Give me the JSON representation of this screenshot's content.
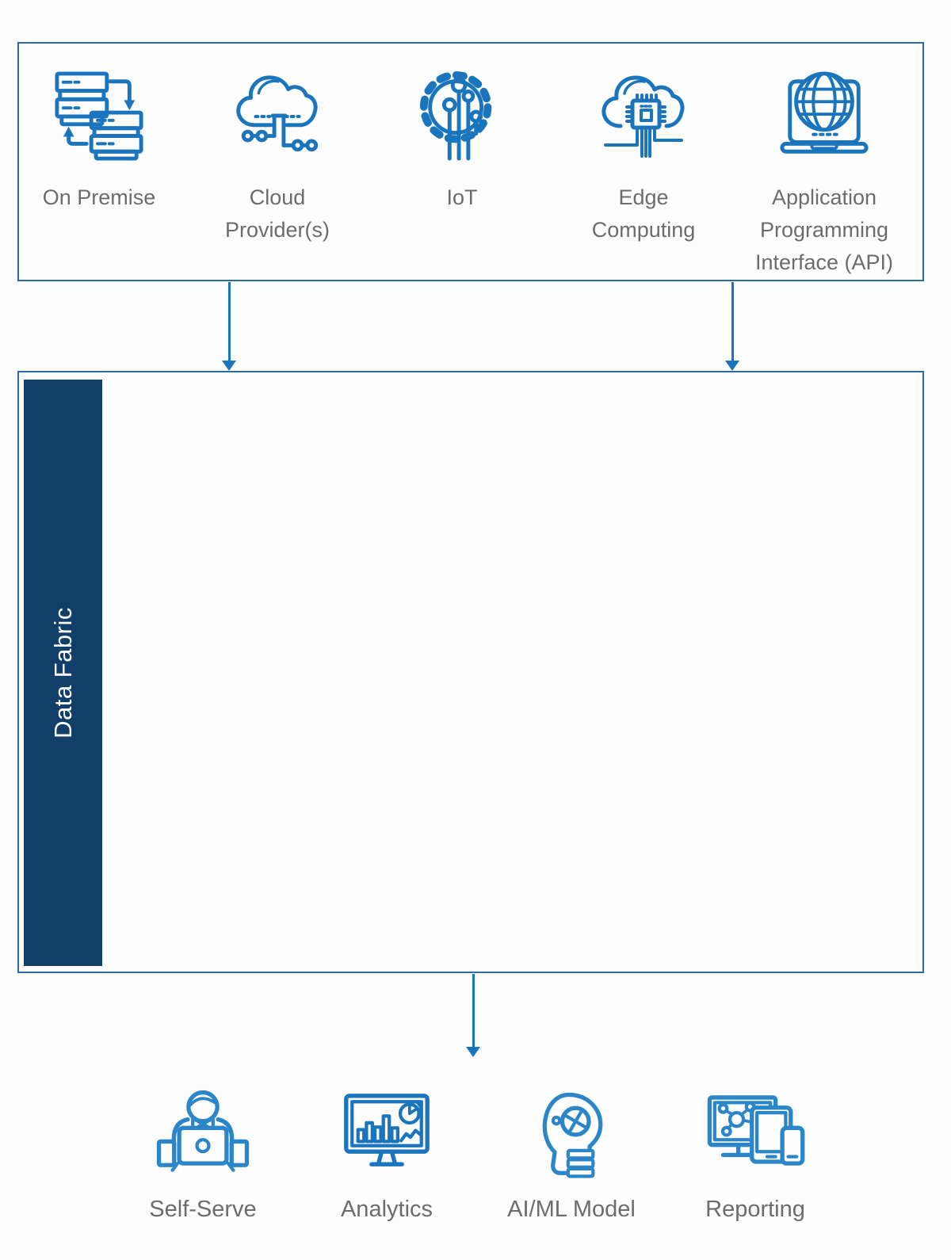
{
  "colors": {
    "accent": "#1b75bc",
    "accent_soft": "#2b86c9",
    "panel_border": "#2b6ba5",
    "fabric_navy": "#113f6a",
    "label_text": "#6b6c6f",
    "background": "#fdfdfd"
  },
  "sources_panel": {
    "items": [
      {
        "id": "on-premise",
        "label": "On Premise"
      },
      {
        "id": "cloud-providers",
        "label": "Cloud Provider(s)"
      },
      {
        "id": "iot",
        "label": "IoT"
      },
      {
        "id": "edge-computing",
        "label": "Edge Computing"
      },
      {
        "id": "api",
        "label": "Application Programming Interface (API)"
      }
    ]
  },
  "fabric_panel": {
    "label": "Data Fabric"
  },
  "consumers_row": {
    "items": [
      {
        "id": "self-serve",
        "label": "Self-Serve"
      },
      {
        "id": "analytics",
        "label": "Analytics"
      },
      {
        "id": "ai-ml-model",
        "label": "AI/ML Model"
      },
      {
        "id": "reporting",
        "label": "Reporting"
      }
    ]
  }
}
